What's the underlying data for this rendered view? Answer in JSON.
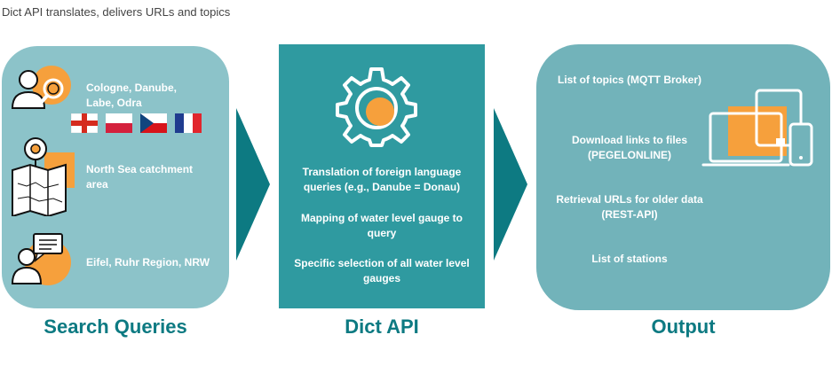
{
  "caption": "Dict API translates, delivers URLs and topics",
  "colors": {
    "left_panel": "#8cc3c9",
    "mid_panel": "#2f9aa0",
    "right_panel": "#72b3ba",
    "arrow": "#0d7a82",
    "accent_orange": "#f6a03c",
    "title": "#0d7a82"
  },
  "search_queries": {
    "title": "Search Queries",
    "items": [
      {
        "text": "Cologne, Danube, Labe, Odra",
        "icon": "person-magnifier-icon"
      },
      {
        "text": "North Sea catchment area",
        "icon": "map-pin-icon"
      },
      {
        "text": "Eifel, Ruhr Region, NRW",
        "icon": "person-speech-icon"
      }
    ],
    "flags": [
      "england-flag-icon",
      "poland-flag-icon",
      "czech-flag-icon",
      "france-flag-icon"
    ]
  },
  "dict_api": {
    "title": "Dict API",
    "icon": "gear-icon",
    "items": [
      "Translation of foreign language queries (e.g., Danube = Donau)",
      "Mapping of water level gauge to query",
      "Specific selection of all water level gauges"
    ]
  },
  "output": {
    "title": "Output",
    "icon": "devices-icon",
    "items": [
      "List of topics (MQTT Broker)",
      "Download links to files (PEGELONLINE)",
      "Retrieval URLs for older data (REST-API)",
      "List of stations"
    ]
  }
}
